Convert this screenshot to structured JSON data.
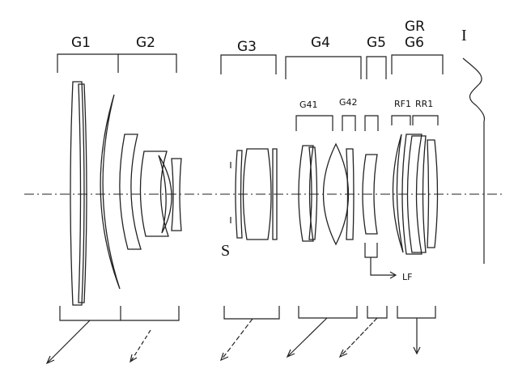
{
  "groups": {
    "g1": "G1",
    "g2": "G2",
    "g3": "G3",
    "g4": "G4",
    "g5": "G5",
    "gr": "GR",
    "g6": "G6"
  },
  "subgroups": {
    "g41": "G41",
    "g42": "G42",
    "rf1": "RF1",
    "rr1": "RR1"
  },
  "markers": {
    "image_plane": "I",
    "stop": "S",
    "lf": "LF"
  }
}
